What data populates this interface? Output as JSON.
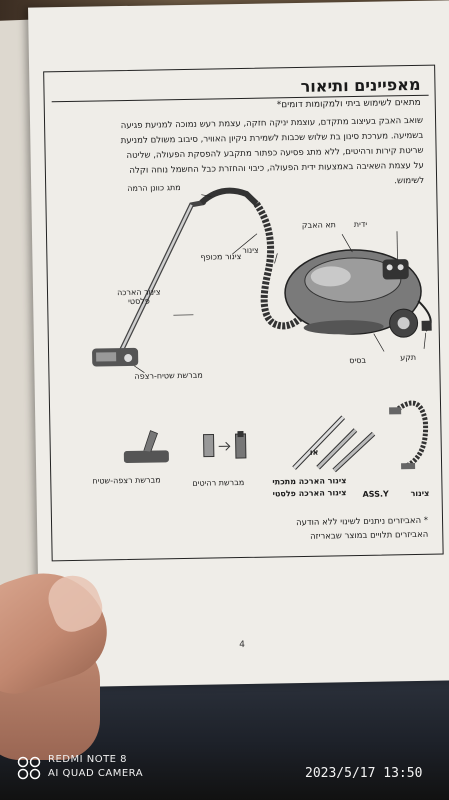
{
  "page": {
    "title": "מאפיינים ותיאור",
    "subtitle": "מתאים לשימוש ביתי ולמקומות דומים*",
    "intro_lines": [
      "שואב האבק בעיצוב מתקדם, עוצמת יניקה חזקה, עצמת רעש נמוכה למניעת פגיעה",
      "בשמיעה. מערכת סינון בת שלוש שכבות לשמירת ניקיון האוויר, סיבוב משולם למניעת",
      "שריטת קירות ורהיטים, ללא מתג פסיעה כפתור מתקבע להפסקת הפעולה, שליטה",
      "על עצמת השאיבה באמצעות ידית הפעולה, כיבוי והחזרת כבל החשמל נוחה וקלה",
      "לשימוש."
    ],
    "page_number": "4"
  },
  "diagram": {
    "labels": {
      "height_adjust_switch": "מתג כוונן הרמה",
      "flex_hose": "צינור מכופף",
      "hose": "צינור",
      "dust_container": "תא האבק",
      "handle": "ידית",
      "plastic_extension": "צינור הארכה\nפלסטי",
      "base": "בסיס",
      "plug": "תקע",
      "floor_brush": "מברשת שטיח-רצפה"
    }
  },
  "accessories": {
    "floor_carpet_brush": "מברשת רצפה-שטיח",
    "furniture_brush": "מברשת רהיטים",
    "or_label": "או",
    "metal_extension": "צינור הארכה מתכתי",
    "plastic_extension": "צינור הארכה פלסטי",
    "hose_assy": "צינור",
    "assy_label": "ASS.Y"
  },
  "note": {
    "line1": "* האביזרים ניתנים לשינוי ללא הודעה",
    "line2": "האביזרים תלויים במוצר שבאריזה"
  },
  "photo": {
    "camera_model": "REDMI NOTE 8",
    "camera_tag": "AI QUAD CAMERA",
    "timestamp": "2023/5/17  13:50"
  }
}
